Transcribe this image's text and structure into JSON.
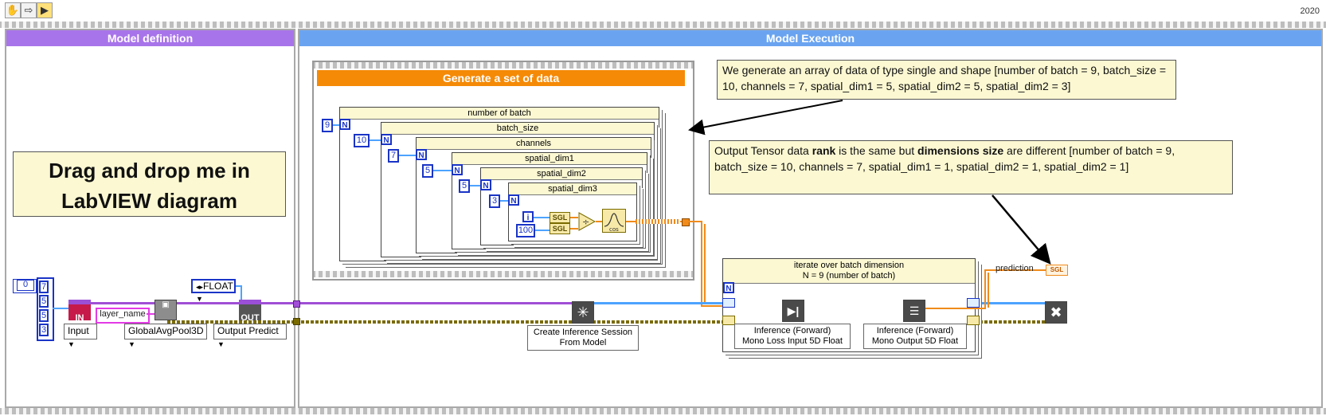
{
  "toolbar": {
    "icons": [
      "hand-icon",
      "arrow-right-icon",
      "vi-icon"
    ],
    "version": "2020"
  },
  "frames": {
    "model_definition": {
      "title": "Model definition"
    },
    "model_execution": {
      "title": "Model Execution"
    }
  },
  "notes": {
    "drag": "Drag and drop me in LabVIEW diagram",
    "data_comment": "We generate an array of data of type single and shape [number of batch = 9, batch_size = 10, channels = 7, spatial_dim1 = 5, spatial_dim2 = 5, spatial_dim2 = 3]",
    "output_comment": {
      "before_rank": "Output Tensor data ",
      "rank": "rank",
      "mid": " is the same but ",
      "dims": "dimensions size",
      "after": " are different [number of batch = 9, batch_size = 10, channels = 7, spatial_dim1 = 1, spatial_dim2 = 1, spatial_dim2 = 1]"
    }
  },
  "generate": {
    "title": "Generate a set of data",
    "loops": [
      {
        "label": "number of batch",
        "n": "9"
      },
      {
        "label": "batch_size",
        "n": "10"
      },
      {
        "label": "channels",
        "n": "7"
      },
      {
        "label": "spatial_dim1",
        "n": "5"
      },
      {
        "label": "spatial_dim2",
        "n": "5"
      },
      {
        "label": "spatial_dim3",
        "n": "3"
      }
    ],
    "n_terminal": "N",
    "i_terminal": "i",
    "divisor": "100",
    "sgl1": "SGL",
    "sgl2": "SGL",
    "divide": "÷",
    "cos": "cos"
  },
  "model_def": {
    "array_index": "0",
    "shape": [
      "7",
      "5",
      "5",
      "3"
    ],
    "in_label": "IN",
    "out_label": "OUT",
    "input_ring": "Input",
    "layer_name": "layer_name",
    "layer_ring": "GlobalAvgPool3D",
    "output_ring": "Output Predict",
    "dtype_ring": "FLOAT"
  },
  "execution": {
    "create_session": [
      "Create Inference Session",
      "From Model"
    ],
    "iterate_title": [
      "iterate over batch dimension",
      "N = 9 (number of batch)"
    ],
    "inference1": [
      "Inference (Forward)",
      "Mono Loss Input 5D Float"
    ],
    "inference2": [
      "Inference (Forward)",
      "Mono Output 5D Float"
    ],
    "prediction_label": "prediction",
    "prediction_type": "SGL"
  },
  "colors": {
    "purple_header": "#a874ea",
    "blue_header": "#6aa4f0",
    "orange_header": "#f58a07",
    "note_bg": "#fbf8d2",
    "wire_purple": "#a04fd6",
    "wire_blue": "#4da3ff",
    "wire_orange": "#f08b1c",
    "wire_olive": "#7a6b00",
    "terminal_blue": "#1a34c7"
  }
}
